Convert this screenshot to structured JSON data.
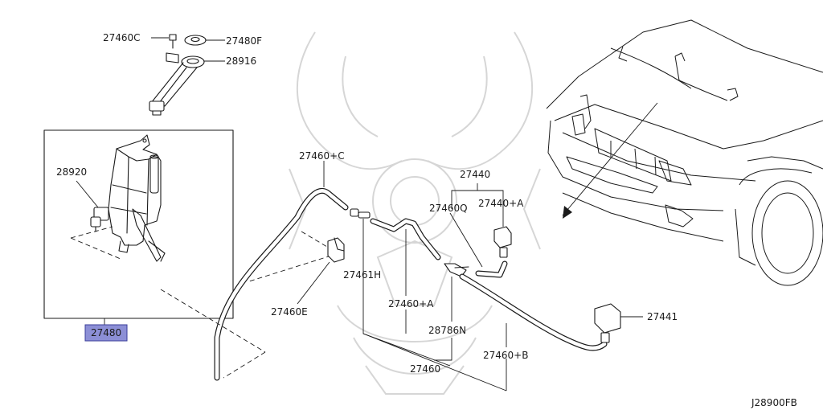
{
  "diagram": {
    "reference_code": "J28900FB",
    "callouts": {
      "p27460C": "27460C",
      "p27480F": "27480F",
      "p28916": "28916",
      "p28920": "28920",
      "p27480": "27480",
      "p27460plusC": "27460+C",
      "p27440": "27440",
      "p27460Q": "27460Q",
      "p27440plusA": "27440+A",
      "p27461H": "27461H",
      "p27460E": "27460E",
      "p27460plusA": "27460+A",
      "p28786N": "28786N",
      "p27441": "27441",
      "p27460plusB": "27460+B",
      "p27460": "27460"
    },
    "highlighted_part": "27480",
    "colors": {
      "highlight_fill": "#8c8fd6",
      "highlight_border": "#3a3d9a",
      "line": "#1a1a1a",
      "watermark": "#d6d6d6"
    }
  }
}
